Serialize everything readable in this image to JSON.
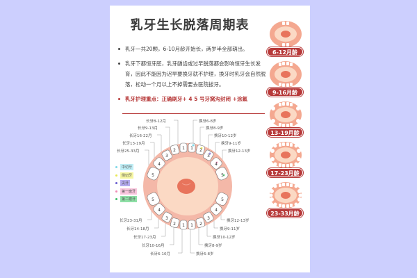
{
  "title": "乳牙生长脱落周期表",
  "bullets": [
    "乳牙一共20颗，6-10月龄开始长，两岁半全部萌出。",
    "乳牙下都恒牙胚，乳牙龋齿或过早脱落都会影响恒牙生长发育，因此不能因为迟早要换牙就不护理，换牙时乳牙会自然脱落，松动一个月以上不掉需要去医院拔牙。"
  ],
  "care_tip": "乳牙护理重点：正确刷牙+ 4 5 号牙窝沟封闭 +涂氟",
  "upper_left_labels": [
    "长牙8-12月",
    "长牙9-13月",
    "长牙16-22月",
    "长牙13-19月",
    "长牙25-33月"
  ],
  "upper_right_labels": [
    "换牙6-8岁",
    "换牙8-9岁",
    "换牙10-12岁",
    "换牙9-11岁",
    "换牙12-13岁"
  ],
  "lower_left_labels": [
    "长牙23-31月",
    "长牙14-18月",
    "长牙17-23月",
    "长牙10-16月",
    "长牙6-10月"
  ],
  "lower_right_labels": [
    "换牙12-13岁",
    "换牙9-11岁",
    "换牙10-12岁",
    "换牙8-9岁",
    "换牙6-8岁"
  ],
  "tooth_numbers": [
    "1",
    "2",
    "3",
    "4",
    "5"
  ],
  "legend": [
    {
      "label": "中切牙",
      "color": "#7fd8e8"
    },
    {
      "label": "侧切牙",
      "color": "#f0f070"
    },
    {
      "label": "尖牙",
      "color": "#9a8ee0"
    },
    {
      "label": "第一磨牙",
      "color": "#f4a6c8"
    },
    {
      "label": "第二磨牙",
      "color": "#6ed48a"
    }
  ],
  "stages": [
    {
      "label": "6-12月龄",
      "upper": 2,
      "lower": 2
    },
    {
      "label": "9-16月龄",
      "upper": 4,
      "lower": 4
    },
    {
      "label": "13-19月龄",
      "upper": 6,
      "lower": 6
    },
    {
      "label": "17-23月龄",
      "upper": 8,
      "lower": 8
    },
    {
      "label": "23-33月龄",
      "upper": 10,
      "lower": 10
    }
  ],
  "colors": {
    "background": "#cccffe",
    "accent": "#b73a3a",
    "gum": "#f4b8a8",
    "palate": "#fbd9c4",
    "tongue": "#e8745c"
  }
}
